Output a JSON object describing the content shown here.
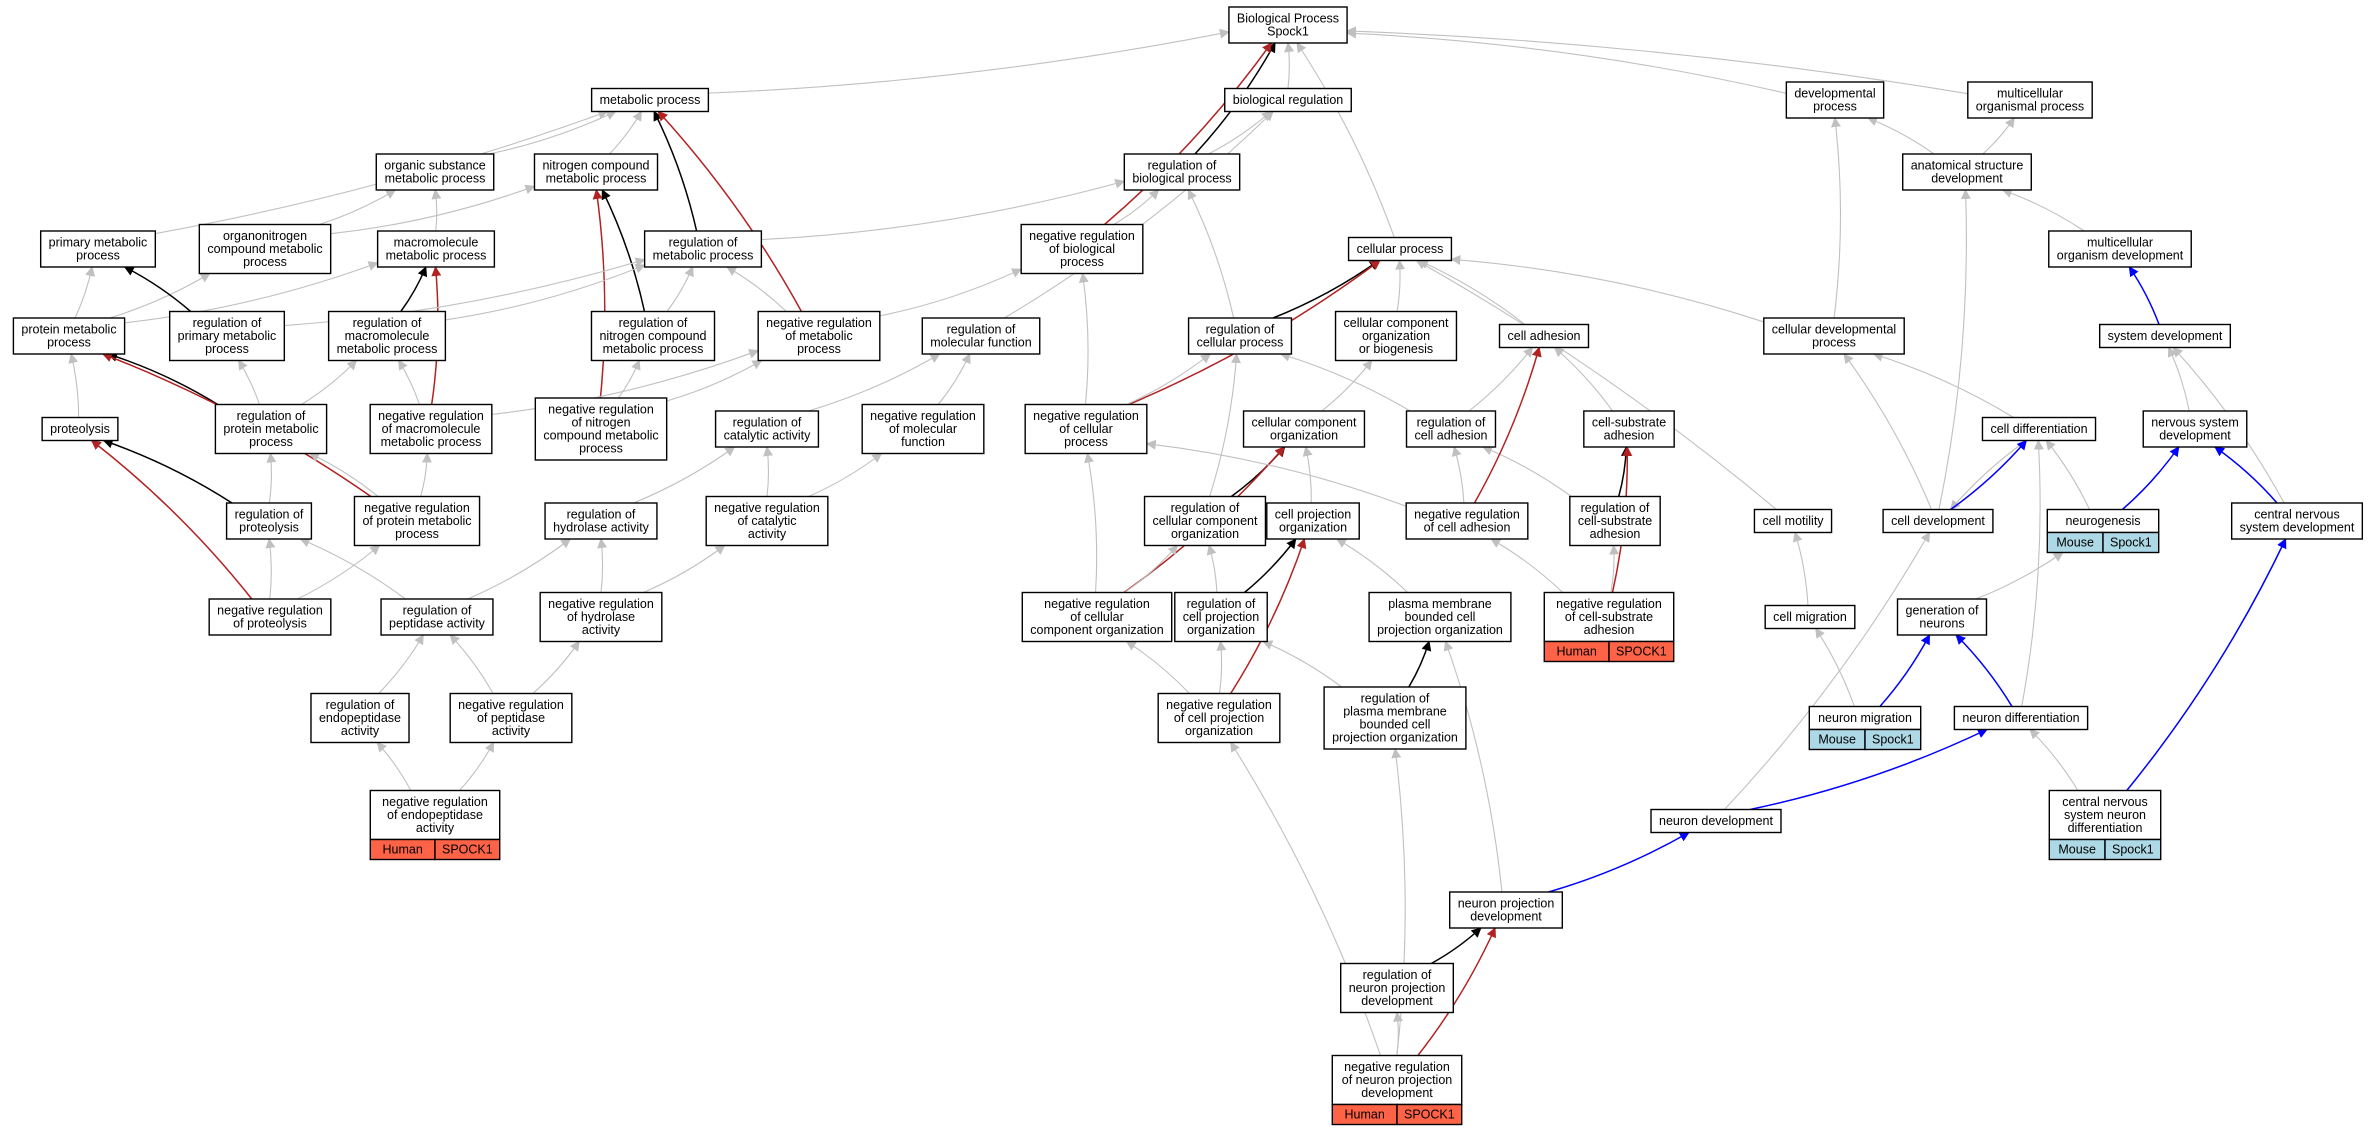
{
  "colors": {
    "node_border": "#000000",
    "node_fill": "#ffffff",
    "edge_gray": "#c0c0c0",
    "edge_black": "#000000",
    "edge_red": "#b22222",
    "edge_blue": "#0000ff",
    "human_tag": "#ff6347",
    "mouse_tag": "#add8e6"
  },
  "nodes": [
    {
      "id": "bp",
      "lines": [
        "Biological Process",
        "Spock1"
      ]
    },
    {
      "id": "metabolic",
      "lines": [
        "metabolic process"
      ]
    },
    {
      "id": "bioreg",
      "lines": [
        "biological regulation"
      ]
    },
    {
      "id": "devproc",
      "lines": [
        "developmental",
        "process"
      ]
    },
    {
      "id": "multiproc",
      "lines": [
        "multicellular",
        "organismal process"
      ]
    },
    {
      "id": "orgsub",
      "lines": [
        "organic substance",
        "metabolic process"
      ]
    },
    {
      "id": "nitrogen",
      "lines": [
        "nitrogen compound",
        "metabolic process"
      ]
    },
    {
      "id": "regbio",
      "lines": [
        "regulation of",
        "biological process"
      ]
    },
    {
      "id": "anatomical",
      "lines": [
        "anatomical structure",
        "development"
      ]
    },
    {
      "id": "primary",
      "lines": [
        "primary metabolic",
        "process"
      ]
    },
    {
      "id": "organonitrogen",
      "lines": [
        "organonitrogen",
        "compound metabolic",
        "process"
      ]
    },
    {
      "id": "macro",
      "lines": [
        "macromolecule",
        "metabolic process"
      ]
    },
    {
      "id": "regmeta",
      "lines": [
        "regulation of",
        "metabolic process"
      ]
    },
    {
      "id": "negregbio",
      "lines": [
        "negative regulation",
        "of biological",
        "process"
      ]
    },
    {
      "id": "cellular",
      "lines": [
        "cellular process"
      ]
    },
    {
      "id": "multidev",
      "lines": [
        "multicellular",
        "organism development"
      ]
    },
    {
      "id": "protmeta",
      "lines": [
        "protein metabolic",
        "process"
      ]
    },
    {
      "id": "regprimary",
      "lines": [
        "regulation of",
        "primary metabolic",
        "process"
      ]
    },
    {
      "id": "regmacro",
      "lines": [
        "regulation of",
        "macromolecule",
        "metabolic process"
      ]
    },
    {
      "id": "regnitro",
      "lines": [
        "regulation of",
        "nitrogen compound",
        "metabolic process"
      ]
    },
    {
      "id": "negregmeta",
      "lines": [
        "negative regulation",
        "of metabolic",
        "process"
      ]
    },
    {
      "id": "regmolfunc",
      "lines": [
        "regulation of",
        "molecular function"
      ]
    },
    {
      "id": "regcellproc",
      "lines": [
        "regulation of",
        "cellular process"
      ]
    },
    {
      "id": "ccob",
      "lines": [
        "cellular component",
        "organization",
        "or biogenesis"
      ]
    },
    {
      "id": "celladh",
      "lines": [
        "cell adhesion"
      ]
    },
    {
      "id": "celldevproc",
      "lines": [
        "cellular developmental",
        "process"
      ]
    },
    {
      "id": "sysdev",
      "lines": [
        "system development"
      ]
    },
    {
      "id": "proteolysis",
      "lines": [
        "proteolysis"
      ]
    },
    {
      "id": "regprotmeta",
      "lines": [
        "regulation of",
        "protein metabolic",
        "process"
      ]
    },
    {
      "id": "negregmacro",
      "lines": [
        "negative regulation",
        "of macromolecule",
        "metabolic process"
      ]
    },
    {
      "id": "negregnitro",
      "lines": [
        "negative regulation",
        "of nitrogen",
        "compound metabolic",
        "process"
      ]
    },
    {
      "id": "regcatal",
      "lines": [
        "regulation of",
        "catalytic activity"
      ]
    },
    {
      "id": "negregmolfunc",
      "lines": [
        "negative regulation",
        "of molecular",
        "function"
      ]
    },
    {
      "id": "negregcellproc",
      "lines": [
        "negative regulation",
        "of cellular",
        "process"
      ]
    },
    {
      "id": "cco",
      "lines": [
        "cellular component",
        "organization"
      ]
    },
    {
      "id": "regcelladh",
      "lines": [
        "regulation of",
        "cell adhesion"
      ]
    },
    {
      "id": "cellsub",
      "lines": [
        "cell-substrate",
        "adhesion"
      ]
    },
    {
      "id": "celldiff",
      "lines": [
        "cell differentiation"
      ]
    },
    {
      "id": "nervsys",
      "lines": [
        "nervous system",
        "development"
      ]
    },
    {
      "id": "regproteo",
      "lines": [
        "regulation of",
        "proteolysis"
      ]
    },
    {
      "id": "negregprotmeta",
      "lines": [
        "negative regulation",
        "of protein metabolic",
        "process"
      ]
    },
    {
      "id": "reghydro",
      "lines": [
        "regulation of",
        "hydrolase activity"
      ]
    },
    {
      "id": "negregcatal",
      "lines": [
        "negative regulation",
        "of catalytic",
        "activity"
      ]
    },
    {
      "id": "regcco",
      "lines": [
        "regulation of",
        "cellular component",
        "organization"
      ]
    },
    {
      "id": "cellproj",
      "lines": [
        "cell projection",
        "organization"
      ]
    },
    {
      "id": "negregcelladh",
      "lines": [
        "negative regulation",
        "of cell adhesion"
      ]
    },
    {
      "id": "regcellsub",
      "lines": [
        "regulation of",
        "cell-substrate",
        "adhesion"
      ]
    },
    {
      "id": "cellmot",
      "lines": [
        "cell motility"
      ]
    },
    {
      "id": "celldev",
      "lines": [
        "cell development"
      ]
    },
    {
      "id": "neurogen",
      "lines": [
        "neurogenesis"
      ],
      "tag": [
        "Mouse",
        "Spock1"
      ],
      "species": "mouse"
    },
    {
      "id": "cns",
      "lines": [
        "central nervous",
        "system development"
      ]
    },
    {
      "id": "negregproteo",
      "lines": [
        "negative regulation",
        "of proteolysis"
      ]
    },
    {
      "id": "regpeptid",
      "lines": [
        "regulation of",
        "peptidase activity"
      ]
    },
    {
      "id": "negreghydro",
      "lines": [
        "negative regulation",
        "of hydrolase",
        "activity"
      ]
    },
    {
      "id": "negregcco",
      "lines": [
        "negative regulation",
        "of cellular",
        "component organization"
      ]
    },
    {
      "id": "regcellproj",
      "lines": [
        "regulation of",
        "cell projection",
        "organization"
      ]
    },
    {
      "id": "pmbcpo",
      "lines": [
        "plasma membrane",
        "bounded cell",
        "projection organization"
      ]
    },
    {
      "id": "negregcellsub",
      "lines": [
        "negative regulation",
        "of cell-substrate",
        "adhesion"
      ],
      "tag": [
        "Human",
        "SPOCK1"
      ],
      "species": "human"
    },
    {
      "id": "cellmig",
      "lines": [
        "cell migration"
      ]
    },
    {
      "id": "genneur",
      "lines": [
        "generation of",
        "neurons"
      ]
    },
    {
      "id": "regendo",
      "lines": [
        "regulation of",
        "endopeptidase",
        "activity"
      ]
    },
    {
      "id": "negregpeptid",
      "lines": [
        "negative regulation",
        "of peptidase",
        "activity"
      ]
    },
    {
      "id": "negregcellproj",
      "lines": [
        "negative regulation",
        "of cell projection",
        "organization"
      ]
    },
    {
      "id": "regpmbcpo",
      "lines": [
        "regulation of",
        "plasma membrane",
        "bounded cell",
        "projection organization"
      ]
    },
    {
      "id": "neurmig",
      "lines": [
        "neuron migration"
      ],
      "tag": [
        "Mouse",
        "Spock1"
      ],
      "species": "mouse"
    },
    {
      "id": "neurdiff",
      "lines": [
        "neuron differentiation"
      ]
    },
    {
      "id": "negregendo",
      "lines": [
        "negative regulation",
        "of endopeptidase",
        "activity"
      ],
      "tag": [
        "Human",
        "SPOCK1"
      ],
      "species": "human"
    },
    {
      "id": "neurdev",
      "lines": [
        "neuron development"
      ]
    },
    {
      "id": "cnsneur",
      "lines": [
        "central nervous",
        "system neuron",
        "differentiation"
      ],
      "tag": [
        "Mouse",
        "Spock1"
      ],
      "species": "mouse"
    },
    {
      "id": "neurproj",
      "lines": [
        "neuron projection",
        "development"
      ]
    },
    {
      "id": "regneurproj",
      "lines": [
        "regulation of",
        "neuron projection",
        "development"
      ]
    },
    {
      "id": "negregneurproj",
      "lines": [
        "negative regulation",
        "of neuron projection",
        "development"
      ],
      "tag": [
        "Human",
        "SPOCK1"
      ],
      "species": "human"
    }
  ],
  "edges": [
    [
      "metabolic",
      "bp",
      "gray"
    ],
    [
      "bioreg",
      "bp",
      "gray"
    ],
    [
      "devproc",
      "bp",
      "gray"
    ],
    [
      "multiproc",
      "bp",
      "gray"
    ],
    [
      "cellular",
      "bp",
      "gray"
    ],
    [
      "regbio",
      "bp",
      "black"
    ],
    [
      "negregbio",
      "bp",
      "red"
    ],
    [
      "regbio",
      "bioreg",
      "gray"
    ],
    [
      "orgsub",
      "metabolic",
      "gray"
    ],
    [
      "nitrogen",
      "metabolic",
      "gray"
    ],
    [
      "primary",
      "metabolic",
      "gray"
    ],
    [
      "regmeta",
      "metabolic",
      "black"
    ],
    [
      "negregmeta",
      "metabolic",
      "red"
    ],
    [
      "anatomical",
      "devproc",
      "gray"
    ],
    [
      "celldevproc",
      "devproc",
      "gray"
    ],
    [
      "anatomical",
      "multiproc",
      "gray"
    ],
    [
      "multidev",
      "anatomical",
      "gray"
    ],
    [
      "celldev",
      "anatomical",
      "gray"
    ],
    [
      "sysdev",
      "multidev",
      "blue"
    ],
    [
      "organonitrogen",
      "orgsub",
      "gray"
    ],
    [
      "organonitrogen",
      "nitrogen",
      "gray"
    ],
    [
      "macro",
      "orgsub",
      "gray"
    ],
    [
      "regnitro",
      "nitrogen",
      "black"
    ],
    [
      "negregnitro",
      "nitrogen",
      "red"
    ],
    [
      "regmeta",
      "regbio",
      "gray"
    ],
    [
      "negregbio",
      "regbio",
      "gray"
    ],
    [
      "regcellproc",
      "regbio",
      "gray"
    ],
    [
      "protmeta",
      "primary",
      "gray"
    ],
    [
      "protmeta",
      "organonitrogen",
      "gray"
    ],
    [
      "protmeta",
      "macro",
      "gray"
    ],
    [
      "regprimary",
      "primary",
      "black"
    ],
    [
      "regmacro",
      "macro",
      "black"
    ],
    [
      "negregmacro",
      "macro",
      "red"
    ],
    [
      "regprimary",
      "regmeta",
      "gray"
    ],
    [
      "regmacro",
      "regmeta",
      "gray"
    ],
    [
      "regnitro",
      "regmeta",
      "gray"
    ],
    [
      "negregmeta",
      "regmeta",
      "gray"
    ],
    [
      "negregmeta",
      "negregbio",
      "gray"
    ],
    [
      "negregcellproc",
      "negregbio",
      "gray"
    ],
    [
      "regmolfunc",
      "bioreg",
      "gray"
    ],
    [
      "ccob",
      "cellular",
      "gray"
    ],
    [
      "celladh",
      "cellular",
      "gray"
    ],
    [
      "celldevproc",
      "cellular",
      "gray"
    ],
    [
      "cellmot",
      "cellular",
      "gray"
    ],
    [
      "regcellproc",
      "cellular",
      "black"
    ],
    [
      "negregcellproc",
      "cellular",
      "red"
    ],
    [
      "celldiff",
      "celldevproc",
      "gray"
    ],
    [
      "celldev",
      "celldevproc",
      "gray"
    ],
    [
      "nervsys",
      "sysdev",
      "gray"
    ],
    [
      "cns",
      "sysdev",
      "gray"
    ],
    [
      "proteolysis",
      "protmeta",
      "gray"
    ],
    [
      "regprotmeta",
      "protmeta",
      "black"
    ],
    [
      "negregprotmeta",
      "protmeta",
      "red"
    ],
    [
      "regprotmeta",
      "regprimary",
      "gray"
    ],
    [
      "regprotmeta",
      "regmacro",
      "gray"
    ],
    [
      "negregprotmeta",
      "negregmacro",
      "gray"
    ],
    [
      "negregmacro",
      "regmacro",
      "gray"
    ],
    [
      "negregmacro",
      "negregmeta",
      "gray"
    ],
    [
      "negregnitro",
      "regnitro",
      "gray"
    ],
    [
      "negregnitro",
      "negregmeta",
      "gray"
    ],
    [
      "regcatal",
      "regmolfunc",
      "gray"
    ],
    [
      "negregmolfunc",
      "regmolfunc",
      "gray"
    ],
    [
      "regcelladh",
      "regcellproc",
      "gray"
    ],
    [
      "regcco",
      "regcellproc",
      "gray"
    ],
    [
      "negregcellproc",
      "regcellproc",
      "gray"
    ],
    [
      "cco",
      "ccob",
      "gray"
    ],
    [
      "regcelladh",
      "celladh",
      "gray"
    ],
    [
      "cellsub",
      "celladh",
      "gray"
    ],
    [
      "celldiff",
      "celldev",
      "gray"
    ],
    [
      "neurogen",
      "nervsys",
      "blue"
    ],
    [
      "cns",
      "nervsys",
      "blue"
    ],
    [
      "regproteo",
      "proteolysis",
      "black"
    ],
    [
      "negregproteo",
      "proteolysis",
      "red"
    ],
    [
      "regproteo",
      "regprotmeta",
      "gray"
    ],
    [
      "negregprotmeta",
      "regprotmeta",
      "gray"
    ],
    [
      "reghydro",
      "regcatal",
      "gray"
    ],
    [
      "negregcatal",
      "regcatal",
      "gray"
    ],
    [
      "negregcatal",
      "negregmolfunc",
      "gray"
    ],
    [
      "regcco",
      "cco",
      "black"
    ],
    [
      "negregcco",
      "cco",
      "red"
    ],
    [
      "cellproj",
      "cco",
      "gray"
    ],
    [
      "negregcelladh",
      "negregcellproc",
      "gray"
    ],
    [
      "regcellsub",
      "cellsub",
      "black"
    ],
    [
      "negregcellsub",
      "cellsub",
      "red"
    ],
    [
      "regcellsub",
      "regcelladh",
      "gray"
    ],
    [
      "negregcelladh",
      "regcelladh",
      "gray"
    ],
    [
      "negregcelladh",
      "celladh",
      "red"
    ],
    [
      "celldev",
      "celldiff",
      "blue"
    ],
    [
      "neurogen",
      "celldiff",
      "gray"
    ],
    [
      "neurdiff",
      "celldiff",
      "gray"
    ],
    [
      "negregproteo",
      "regproteo",
      "gray"
    ],
    [
      "negregproteo",
      "negregprotmeta",
      "gray"
    ],
    [
      "regpeptid",
      "regproteo",
      "gray"
    ],
    [
      "regpeptid",
      "reghydro",
      "gray"
    ],
    [
      "negreghydro",
      "reghydro",
      "gray"
    ],
    [
      "negreghydro",
      "negregcatal",
      "gray"
    ],
    [
      "negregcco",
      "regcco",
      "gray"
    ],
    [
      "negregcco",
      "negregcellproc",
      "gray"
    ],
    [
      "regcellproj",
      "regcco",
      "gray"
    ],
    [
      "regcellproj",
      "cellproj",
      "black"
    ],
    [
      "negregcellproj",
      "cellproj",
      "red"
    ],
    [
      "pmbcpo",
      "cellproj",
      "gray"
    ],
    [
      "negregcellsub",
      "regcellsub",
      "gray"
    ],
    [
      "negregcellsub",
      "negregcelladh",
      "gray"
    ],
    [
      "cellmig",
      "cellmot",
      "gray"
    ],
    [
      "genneur",
      "neurogen",
      "gray"
    ],
    [
      "neurmig",
      "cellmig",
      "gray"
    ],
    [
      "neurmig",
      "genneur",
      "blue"
    ],
    [
      "neurdiff",
      "genneur",
      "blue"
    ],
    [
      "regendo",
      "regpeptid",
      "gray"
    ],
    [
      "negregpeptid",
      "regpeptid",
      "gray"
    ],
    [
      "negregpeptid",
      "negreghydro",
      "gray"
    ],
    [
      "negregcellproj",
      "regcellproj",
      "gray"
    ],
    [
      "negregcellproj",
      "negregcco",
      "gray"
    ],
    [
      "regpmbcpo",
      "regcellproj",
      "gray"
    ],
    [
      "regpmbcpo",
      "pmbcpo",
      "black"
    ],
    [
      "negregendo",
      "regendo",
      "gray"
    ],
    [
      "negregendo",
      "negregpeptid",
      "gray"
    ],
    [
      "neurdev",
      "neurdiff",
      "blue"
    ],
    [
      "neurdev",
      "celldev",
      "gray"
    ],
    [
      "cnsneur",
      "neurdiff",
      "gray"
    ],
    [
      "cnsneur",
      "cns",
      "blue"
    ],
    [
      "neurproj",
      "neurdev",
      "blue"
    ],
    [
      "neurproj",
      "pmbcpo",
      "gray"
    ],
    [
      "regneurproj",
      "neurproj",
      "black"
    ],
    [
      "negregneurproj",
      "regneurproj",
      "gray"
    ],
    [
      "negregneurproj",
      "neurproj",
      "red"
    ],
    [
      "negregneurproj",
      "negregcellproj",
      "gray"
    ],
    [
      "negregneurproj",
      "regpmbcpo",
      "gray"
    ]
  ]
}
